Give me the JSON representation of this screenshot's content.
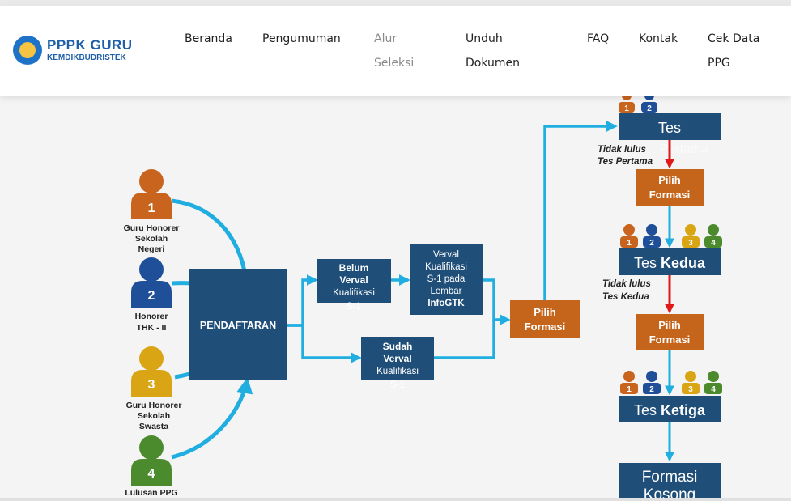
{
  "brand": {
    "title": "PPPK GURU",
    "subtitle": "KEMDIKBUDRISTEK"
  },
  "nav": [
    {
      "label": "Beranda",
      "active": false
    },
    {
      "label": "Pengumuman",
      "active": false
    },
    {
      "label": "Alur\nSeleksi",
      "active": true
    },
    {
      "label": "Unduh\nDokumen",
      "active": false
    },
    {
      "label": "FAQ",
      "active": false
    },
    {
      "label": "Kontak",
      "active": false
    },
    {
      "label": "Cek Data\nPPG",
      "active": false
    }
  ],
  "diagram": {
    "persons": [
      {
        "num": "1",
        "label": [
          "Guru Honorer",
          "Sekolah",
          "Negeri"
        ],
        "color": "#c8641e"
      },
      {
        "num": "2",
        "label": [
          "Honorer",
          "THK - II"
        ],
        "color": "#1f4f98"
      },
      {
        "num": "3",
        "label": [
          "Guru Honorer",
          "Sekolah",
          "Swasta"
        ],
        "color": "#d9a514"
      },
      {
        "num": "4",
        "label": [
          "Lulusan PPG"
        ],
        "color": "#4c8a2e"
      }
    ],
    "pendaftaran": "PENDAFTARAN",
    "belum": [
      "Belum",
      "Verval",
      "Kualifikasi",
      "S-1"
    ],
    "sudah": [
      "Sudah",
      "Verval",
      "Kualifikasi",
      "S-1"
    ],
    "verval": [
      "Verval",
      "Kualifikasi",
      "S-1 pada",
      "Lembar",
      "InfoGTK"
    ],
    "pilih_formasi": [
      "Pilih",
      "Formasi"
    ],
    "tes_pertama": "Tes",
    "tes_pertama_hidden": "Pertama",
    "tidak_lulus_1": [
      "Tidak lulus",
      "Tes Pertama"
    ],
    "tes_kedua": [
      "Tes ",
      "Kedua"
    ],
    "tidak_lulus_2": [
      "Tidak lulus",
      "Tes Kedua"
    ],
    "tes_ketiga": [
      "Tes ",
      "Ketiga"
    ],
    "formasi_kosong": [
      "Formasi",
      "Kosong"
    ],
    "colors": {
      "navy": "#1f4e79",
      "orange": "#c5641b",
      "arrow": "#20aee0",
      "red": "#e01818"
    }
  }
}
